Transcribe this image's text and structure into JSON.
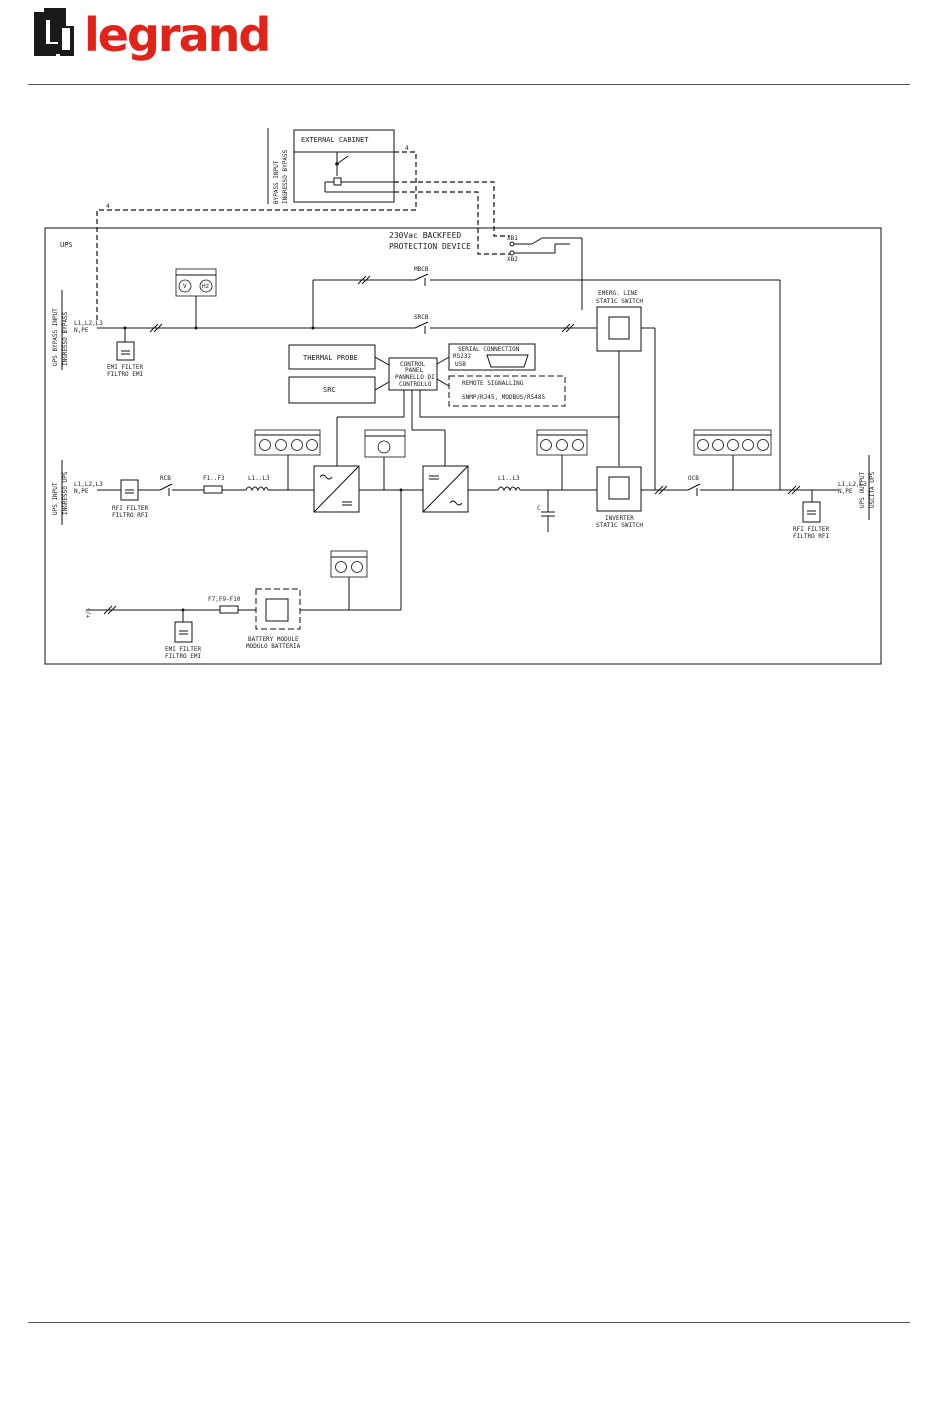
{
  "brand": {
    "name": "legrand",
    "red": "#e2231a",
    "dark": "#1a1a1a"
  },
  "labels": {
    "external_cabinet": "EXTERNAL CABINET",
    "bypass_input": "BYPASS INPUT",
    "bypass_input_it": "INGRESSO BYPASS",
    "backfeed_1": "230Vac BACKFEED",
    "backfeed_2": "PROTECTION DEVICE",
    "ups": "UPS",
    "ups_bypass_input": "UPS BYPASS INPUT",
    "ups_bypass_input_it": "INGRESSO BYPASS",
    "ups_input": "UPS INPUT",
    "ups_input_it": "INGRESSO UPS",
    "ups_output": "UPS OUTPUT",
    "ups_output_it": "USCITA UPS",
    "mbcb": "MBCB",
    "srcb": "SRCB",
    "rcb": "RCB",
    "ocb": "OCB",
    "f1f3": "F1..F3",
    "l1l3_in": "L1..L3",
    "l1l3_out": "L1..L3",
    "c": "C",
    "fuses_batt": "F7,F9-F10",
    "plus_minus": "+/-",
    "emerg_1": "EMERG. LINE",
    "emerg_2": "STATIC SWITCH",
    "inverter_1": "INVERTER",
    "inverter_2": "STATIC SWITCH",
    "thermal_probe": "THERMAL PROBE",
    "src": "SRC",
    "control_1": "CONTROL",
    "control_2": "PANEL",
    "control_3": "PANNELLO DI",
    "control_4": "CONTROLLO",
    "serial_title": "SERIAL CONNECTION",
    "serial_rs232": "RS232",
    "serial_usb": "USB",
    "remote_title": "REMOTE SIGNALLING",
    "remote_proto": "SNMP/RJ45, MODBUS/RS485",
    "emi_1": "EMI FILTER",
    "emi_2": "FILTRO EMI",
    "rfi_1": "RFI FILTER",
    "rfi_2": "FILTRO RFI",
    "battery_1": "BATTERY MODULE",
    "battery_2": "MODULO BATTERIA",
    "xb1": "XB1",
    "xb2": "XB2",
    "l1_n_a": "L1,L2,L3",
    "l1_n_b": "N,PE",
    "four_a": "4",
    "four_b": "4",
    "meter_bypass": "V Hz",
    "meter_v": "V",
    "meter_h": "Hz"
  }
}
